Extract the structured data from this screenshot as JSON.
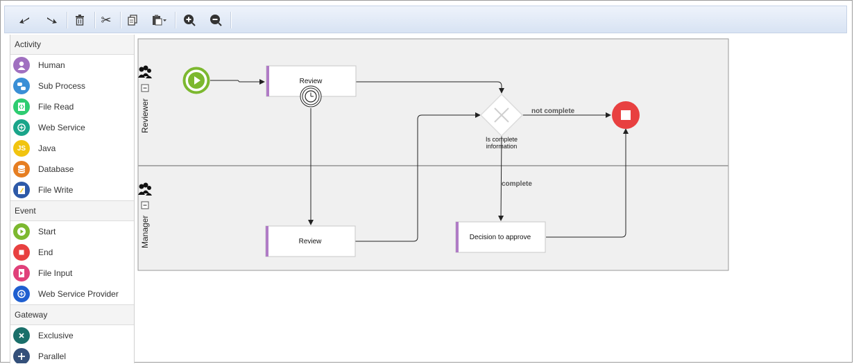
{
  "toolbar": {
    "buttons": [
      "undo-icon",
      "redo-icon",
      "delete-icon",
      "cut-icon",
      "copy-icon",
      "paste-icon",
      "zoom-in-icon",
      "zoom-out-icon"
    ]
  },
  "palette": {
    "activity_header": "Activity",
    "activity_items": [
      "Human",
      "Sub Process",
      "File Read",
      "Web Service",
      "Java",
      "Database",
      "File Write"
    ],
    "event_header": "Event",
    "event_items": [
      "Start",
      "End",
      "File Input",
      "Web Service Provider"
    ],
    "gateway_header": "Gateway",
    "gateway_items": [
      "Exclusive",
      "Parallel"
    ],
    "colors": {
      "human": "#a070c0",
      "subprocess": "#3a8fd6",
      "fileread": "#2ecc71",
      "webservice": "#1aa58a",
      "java": "#f1c40f",
      "database": "#e67e22",
      "filewrite": "#2e5aa8",
      "start": "#7cb82f",
      "end": "#e84040",
      "fileinput": "#e0407a",
      "wsprovider": "#1f5fd0",
      "exclusive": "#1a6f6a",
      "parallel": "#34507a"
    }
  },
  "diagram": {
    "lanes": [
      "Reviewer",
      "Manager"
    ],
    "tasks": {
      "review_top": "Review",
      "review_bottom": "Review",
      "decision": "Decision to approve"
    },
    "gateway_label_line1": "Is complete",
    "gateway_label_line2": "information",
    "flow_not_complete": "not complete",
    "flow_complete": "complete",
    "colors": {
      "task_accent": "#b07cc6",
      "start": "#7cb82f",
      "end": "#e84040",
      "pool_bg": "#f0f0f0"
    }
  }
}
